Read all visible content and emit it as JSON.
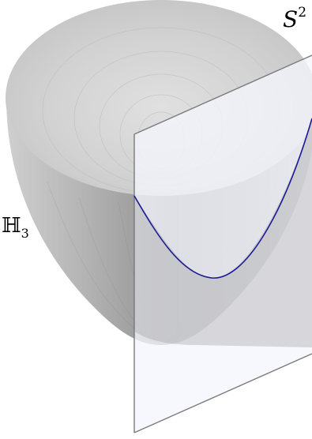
{
  "labels": {
    "sphere": "S",
    "sphere_superscript": "2",
    "hyperbolic": "ℍ",
    "hyperbolic_subscript": "3"
  },
  "colors": {
    "bowl_rim": "#cfcfcf",
    "bowl_body_light": "#c8c8c8",
    "bowl_body_dark": "#8c8c8c",
    "plane_fill": "#f5f6fc",
    "plane_edge": "#7a7a7a",
    "intersection_curve": "#1a1a99"
  }
}
